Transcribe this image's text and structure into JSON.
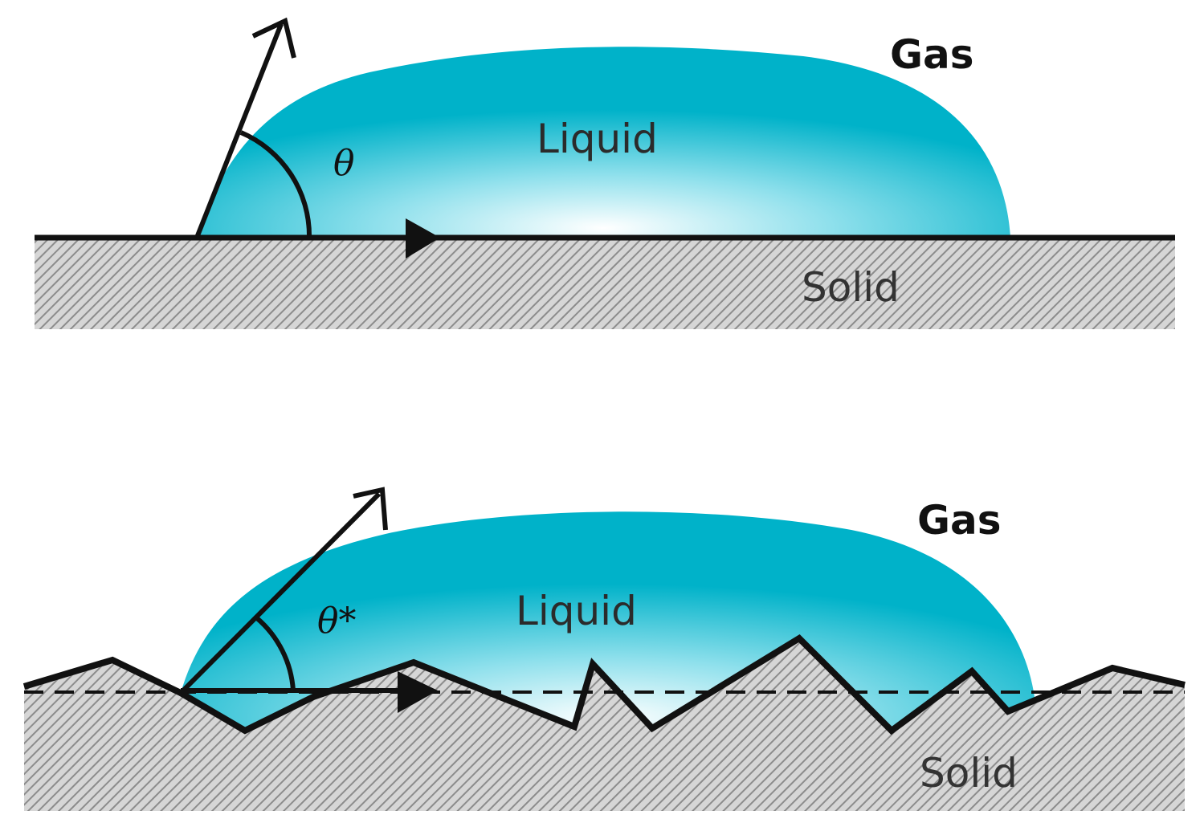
{
  "panels": [
    {
      "id": "smooth",
      "gas_label": "Gas",
      "liquid_label": "Liquid",
      "solid_label": "Solid",
      "angle_label": "θ"
    },
    {
      "id": "rough",
      "gas_label": "Gas",
      "liquid_label": "Liquid",
      "solid_label": "Solid",
      "angle_label": "θ*"
    }
  ],
  "colors": {
    "liquid": "#00b0c8",
    "liquid_highlight": "#ffffff",
    "solid_hatch": "#8a8a8a",
    "solid_bg": "#d9d9d9",
    "line": "#111111"
  }
}
